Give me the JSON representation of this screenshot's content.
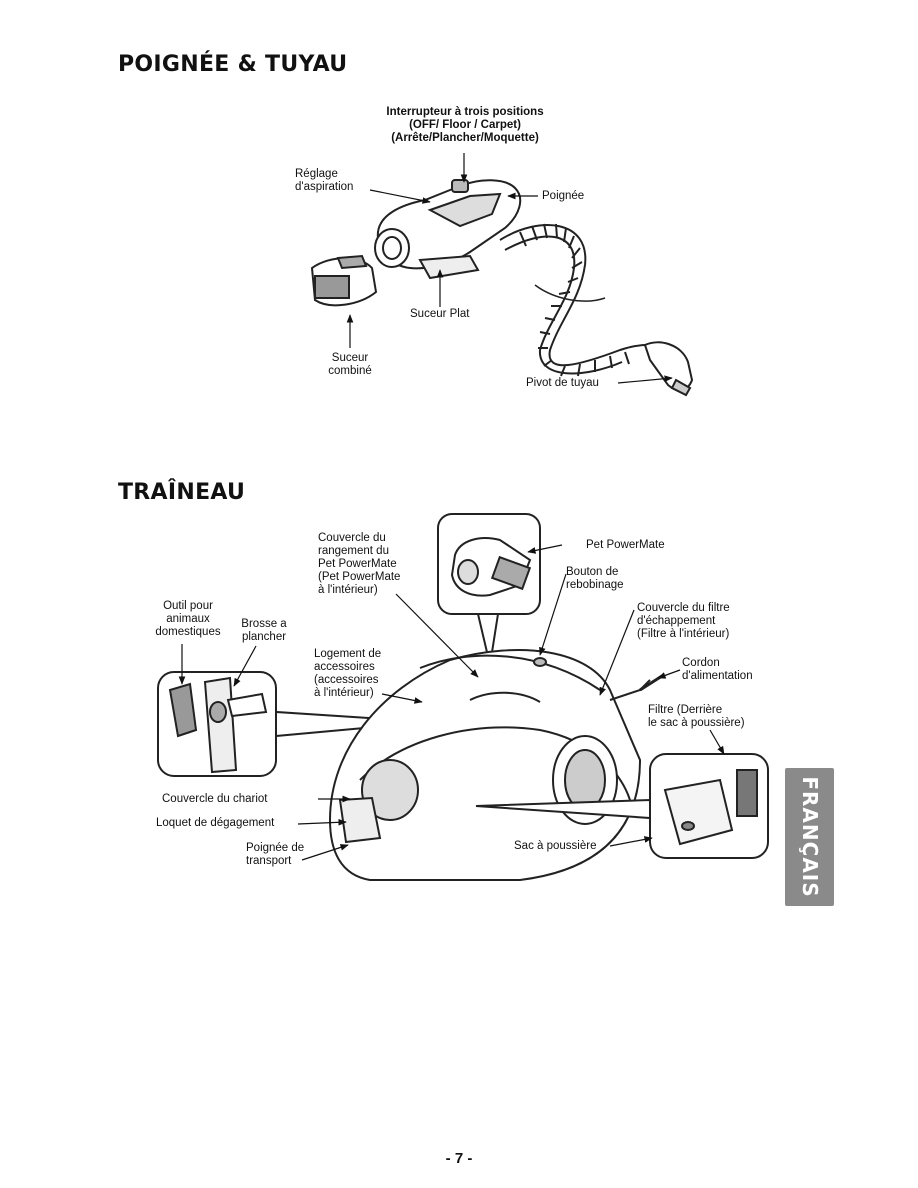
{
  "section1": {
    "title": "POIGNÉE & TUYAU",
    "labels": {
      "switch_l1": "Interrupteur à trois positions",
      "switch_l2": "(OFF/ Floor / Carpet)",
      "switch_l3": "(Arrête/Plancher/Moquette)",
      "suction_l1": "Réglage",
      "suction_l2": "d'aspiration",
      "handle": "Poignée",
      "flat_nozzle": "Suceur Plat",
      "combo_l1": "Suceur",
      "combo_l2": "combiné",
      "hose_pivot": "Pivot de tuyau"
    }
  },
  "section2": {
    "title": "TRAÎNEAU",
    "labels": {
      "storage_l1": "Couvercle du",
      "storage_l2": "rangement du",
      "storage_l3": "Pet PowerMate",
      "storage_l4": "(Pet PowerMate",
      "storage_l5": "à l'intérieur)",
      "pet_powermate": "Pet PowerMate",
      "rewind_l1": "Bouton de",
      "rewind_l2": "rebobinage",
      "exhaust_l1": "Couvercle du filtre",
      "exhaust_l2": "d'échappement",
      "exhaust_l3": "(Filtre à l'intérieur)",
      "cord_l1": "Cordon",
      "cord_l2": "d'alimentation",
      "pet_tool_l1": "Outil pour",
      "pet_tool_l2": "animaux",
      "pet_tool_l3": "domestiques",
      "floor_brush_l1": "Brosse a",
      "floor_brush_l2": "plancher",
      "acc_l1": "Logement de",
      "acc_l2": "accessoires",
      "acc_l3": "(accessoires",
      "acc_l4": "à l'intérieur)",
      "filter_l1": "Filtre (Derrière",
      "filter_l2": "le sac à poussière)",
      "cart_cover": "Couvercle du chariot",
      "release_latch": "Loquet de dégagement",
      "carry_l1": "Poignée de",
      "carry_l2": "transport",
      "dust_bag": "Sac à poussière"
    }
  },
  "side_tab": "FRANÇAIS",
  "page_number": "- 7 -"
}
